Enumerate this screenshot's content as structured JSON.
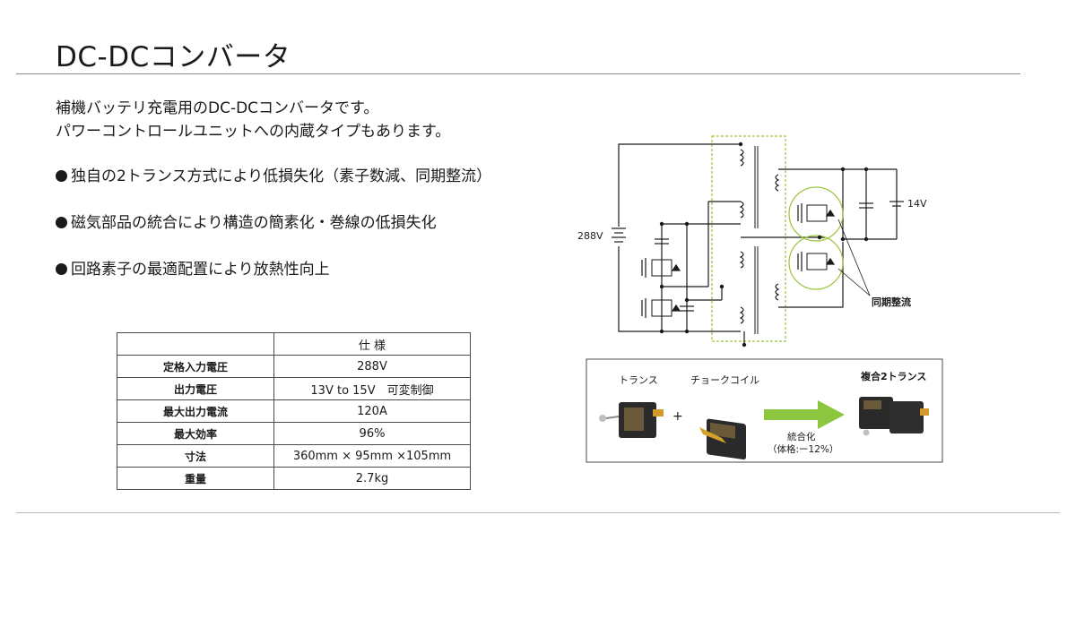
{
  "page": {
    "title": "DC-DCコンバータ",
    "intro": [
      "補機バッテリ充電用のDC-DCコンバータです。",
      "パワーコントロールユニットへの内蔵タイプもあります。"
    ],
    "bullets": [
      "独自の2トランス方式により低損失化（素子数減、同期整流）",
      "磁気部品の統合により構造の簡素化・巻線の低損失化",
      "回路素子の最適配置により放熱性向上"
    ]
  },
  "spec_table": {
    "header": [
      "",
      "仕 様"
    ],
    "rows": [
      {
        "label": "定格入力電圧",
        "value": "288V"
      },
      {
        "label": "出力電圧",
        "value": "13V to 15V　可変制御"
      },
      {
        "label": "最大出力電流",
        "value": "120A"
      },
      {
        "label": "最大効率",
        "value": "96%"
      },
      {
        "label": "寸法",
        "value": "360mm × 95mm ×105mm"
      },
      {
        "label": "重量",
        "value": "2.7kg"
      }
    ]
  },
  "diagram": {
    "input_voltage": "288V",
    "output_voltage": "14V",
    "sync_rect_label": "同期整流",
    "transformer_label": "トランス",
    "choke_label": "チョークコイル",
    "plus": "+",
    "combined_label": "複合2トランス",
    "integration_label": "統合化",
    "integration_note": "（体格:ー12%）",
    "colors": {
      "arrow": "#8cc63f",
      "highlight": "#9bc53d",
      "dashed_box": "#9bc53d"
    }
  }
}
